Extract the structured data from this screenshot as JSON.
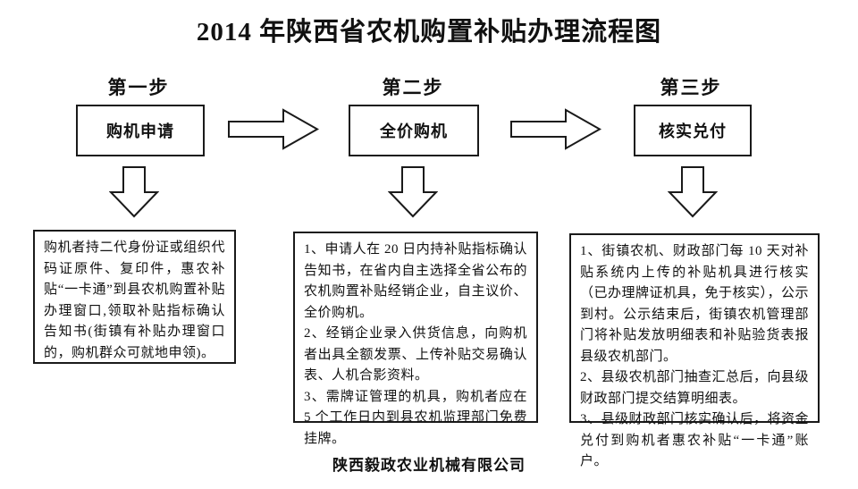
{
  "title": "2014 年陕西省农机购置补贴办理流程图",
  "footer": "陕西毅政农业机械有限公司",
  "colors": {
    "line": "#1a1a1a",
    "background": "#ffffff",
    "text": "#111111"
  },
  "columns": [
    {
      "step_label": "第一步",
      "box_label": "购机申请",
      "details": [
        "购机者持二代身份证或组织代码证原件、复印件，惠农补贴“一卡通”到县农机购置补贴办理窗口,领取补贴指标确认告知书(街镇有补贴办理窗口的，购机群众可就地申领)。"
      ]
    },
    {
      "step_label": "第二步",
      "box_label": "全价购机",
      "details": [
        "1、申请人在 20 日内持补贴指标确认告知书，在省内自主选择全省公布的农机购置补贴经销企业，自主议价、全价购机。",
        "2、经销企业录入供货信息，向购机者出具全额发票、上传补贴交易确认表、人机合影资料。",
        "3、需牌证管理的机具，购机者应在 5 个工作日内到县农机监理部门免费挂牌。"
      ]
    },
    {
      "step_label": "第三步",
      "box_label": "核实兑付",
      "details": [
        "1、街镇农机、财政部门每 10 天对补贴系统内上传的补贴机具进行核实（已办理牌证机具，免于核实），公示到村。公示结束后，街镇农机管理部门将补贴发放明细表和补贴验货表报县级农机部门。",
        "2、县级农机部门抽查汇总后，向县级财政部门提交结算明细表。",
        "3、县级财政部门核实确认后，将资金兑付到购机者惠农补贴“一卡通”账户。"
      ]
    }
  ]
}
